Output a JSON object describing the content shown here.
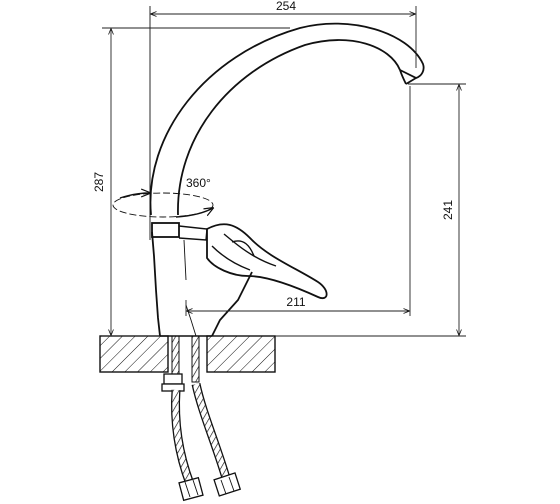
{
  "dimensions": {
    "width_top": "254",
    "height_total": "287",
    "height_spout": "241",
    "reach": "211",
    "rotation": "360°"
  }
}
